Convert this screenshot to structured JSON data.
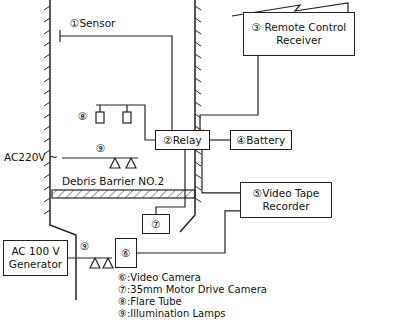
{
  "diagram": {
    "nodes": [
      {
        "text": [
          "③ Remote Control Receiver"
        ]
      },
      {
        "text": [
          "②Relay"
        ]
      },
      {
        "text": [
          "④Battery"
        ]
      },
      {
        "text": [
          "⑤Video Tape Recorder"
        ]
      },
      {
        "text": [
          "AC 100 V Generator"
        ]
      },
      {
        "text": [
          "⑥"
        ]
      },
      {
        "text": [
          "⑦"
        ]
      }
    ],
    "edges": [
      {
        "from": 0,
        "to": 1,
        "arrow": "none"
      },
      {
        "from": 1,
        "to": 2,
        "arrow": "none"
      },
      {
        "from": 1,
        "to": 3,
        "arrow": "none"
      },
      {
        "from": 3,
        "to": 5,
        "arrow": "none"
      },
      {
        "from": 1,
        "to": 6,
        "arrow": "none"
      }
    ],
    "labels": [
      "①Sensor",
      "AC220V ~",
      "⑧",
      "⑨",
      "Debris Barrier NO.2",
      "⑨",
      "⑥:Video Camera",
      "⑦:35mm Motor Drive Camera",
      "⑧:Flare Tube",
      "⑨:Illumination Lamps"
    ]
  }
}
